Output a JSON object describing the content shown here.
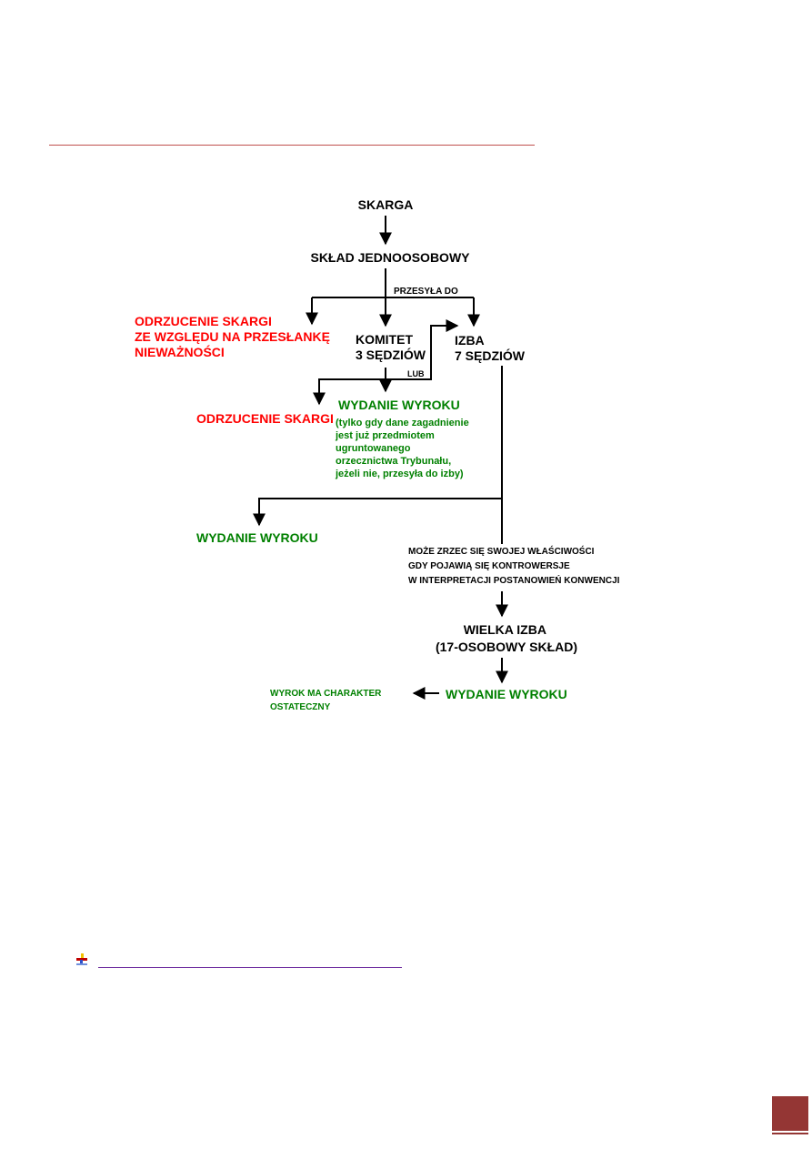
{
  "flowchart": {
    "skarga": "SKARGA",
    "sklad_jednoosobowy": "SKŁAD JEDNOOSOBOWY",
    "przesyla_do": "PRZESYŁA DO",
    "odrzucenie_nieważnosc": [
      "ODRZUCENIE SKARGI",
      "ZE WZGLĘDU NA PRZESŁANKĘ",
      "NIEWAŻNOŚCI"
    ],
    "komitet": [
      "KOMITET",
      "3 SĘDZIÓW"
    ],
    "izba": [
      "IZBA",
      "7 SĘDZIÓW"
    ],
    "lub": "LUB",
    "odrzucenie_skargi": "ODRZUCENIE SKARGI",
    "wydanie_wyroku_komitet": "WYDANIE WYROKU",
    "komitet_note": [
      "(tylko gdy dane zagadnienie",
      "jest już przedmiotem",
      "ugruntowanego",
      "orzecznictwa Trybunału,",
      "jeżeli nie, przesyła do izby)"
    ],
    "wydanie_wyroku_izba": "WYDANIE WYROKU",
    "zrzeczenie": [
      "MOŻE ZRZEC SIĘ SWOJEJ WŁAŚCIWOŚCI",
      "GDY POJAWIĄ SIĘ KONTROWERSJE",
      "W INTERPRETACJI POSTANOWIEŃ KONWENCJI"
    ],
    "wielka_izba": [
      "WIELKA IZBA",
      "(17-OSOBOWY SKŁAD)"
    ],
    "wydanie_wyroku_wielka": "WYDANIE WYROKU",
    "wyrok_ostateczny": [
      "WYROK MA CHARAKTER",
      "OSTATECZNY"
    ]
  },
  "colors": {
    "black": "#000000",
    "red": "#ff0000",
    "green": "#008000",
    "rule": "#c0504d",
    "link": "#7030a0",
    "page_box": "#943634"
  },
  "icons": {
    "bullet": "pushpin-bullet-icon"
  }
}
